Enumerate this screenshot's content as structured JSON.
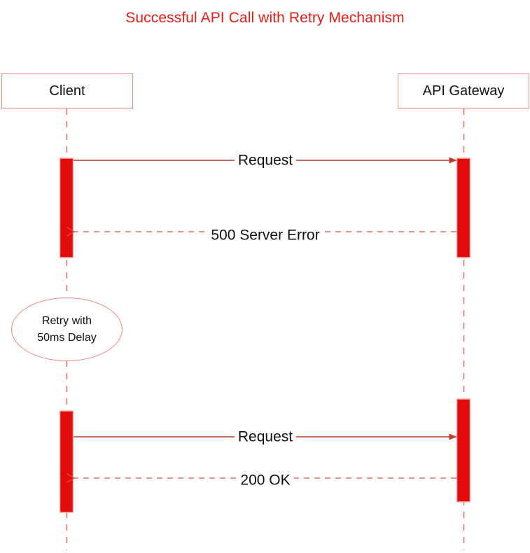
{
  "diagram": {
    "type": "sequence-diagram",
    "title": "Successful API Call with Retry Mechanism",
    "colors": {
      "title": "#ea1c14",
      "participant_border": "#f08a80",
      "lifeline": "#f0695c",
      "activation_fill": "#e30b0b",
      "activation_border": "#f3b4ad",
      "message_line": "#c0392b",
      "label_text": "#101010",
      "background": "#ffffff"
    },
    "participants": [
      {
        "id": "client",
        "label": "Client"
      },
      {
        "id": "gateway",
        "label": "API Gateway"
      }
    ],
    "messages": [
      {
        "index": 1,
        "label": "Request",
        "from": "client",
        "to": "gateway",
        "direction": "right",
        "style": "solid",
        "arrowhead": "filled"
      },
      {
        "index": 2,
        "label": "500 Server Error",
        "from": "gateway",
        "to": "client",
        "direction": "left",
        "style": "dashed",
        "arrowhead": "open"
      },
      {
        "index": 3,
        "label": "Request",
        "from": "client",
        "to": "gateway",
        "direction": "right",
        "style": "solid",
        "arrowhead": "filled"
      },
      {
        "index": 4,
        "label": "200 OK",
        "from": "client",
        "to": "client",
        "direction": "left",
        "style": "dashed",
        "arrowhead": "open"
      }
    ],
    "notes": [
      {
        "id": "retry-note",
        "shape": "ellipse",
        "attached_to": "client",
        "lines": [
          "Retry with",
          "50ms Delay"
        ]
      }
    ],
    "activations": [
      {
        "participant": "client",
        "segment": 1
      },
      {
        "participant": "gateway",
        "segment": 1
      },
      {
        "participant": "client",
        "segment": 2
      },
      {
        "participant": "gateway",
        "segment": 2
      }
    ]
  }
}
